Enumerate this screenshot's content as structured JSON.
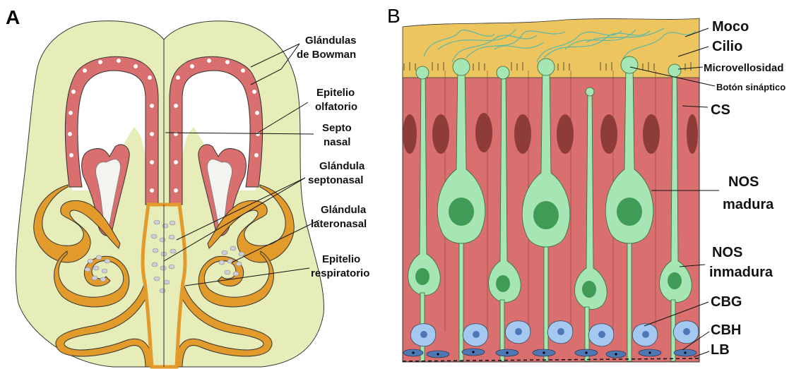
{
  "panels": {
    "a": {
      "letter": "A",
      "labels": {
        "bowman_1": "Glándulas",
        "bowman_2": "de Bowman",
        "olf_epi_1": "Epitelio",
        "olf_epi_2": "olfatorio",
        "septum_1": "Septo",
        "septum_2": "nasal",
        "septonasal_1": "Glándula",
        "septonasal_2": "septonasal",
        "lateronasal_1": "Glándula",
        "lateronasal_2": "lateronasal",
        "resp_epi_1": "Epitelio",
        "resp_epi_2": "respiratorio"
      }
    },
    "b": {
      "letter": "B",
      "labels": {
        "moco": "Moco",
        "cilio": "Cilio",
        "microvellosidad": "Microvellosidad",
        "boton": "Botón sináptico",
        "cs": "CS",
        "nos_madura_1": "NOS",
        "nos_madura_2": "madura",
        "nos_inmadura_1": "NOS",
        "nos_inmadura_2": "inmadura",
        "cbg": "CBG",
        "cbh": "CBH",
        "lb": "LB"
      }
    }
  },
  "colors": {
    "tissue_background": "#e6edb9",
    "olfactory_epithelium": "#d9706f",
    "respiratory_epithelium": "#e29b2a",
    "mucus": "#ecc55e",
    "neuron": "#a6e5b4",
    "neuron_nucleus": "#3f9b55",
    "sustentacular_nucleus": "#8e3c3a",
    "globose_basal_cell": "#a4c8ef",
    "horizontal_basal_cell": "#4d78b5",
    "gland_cell": "#cfcfdc"
  }
}
